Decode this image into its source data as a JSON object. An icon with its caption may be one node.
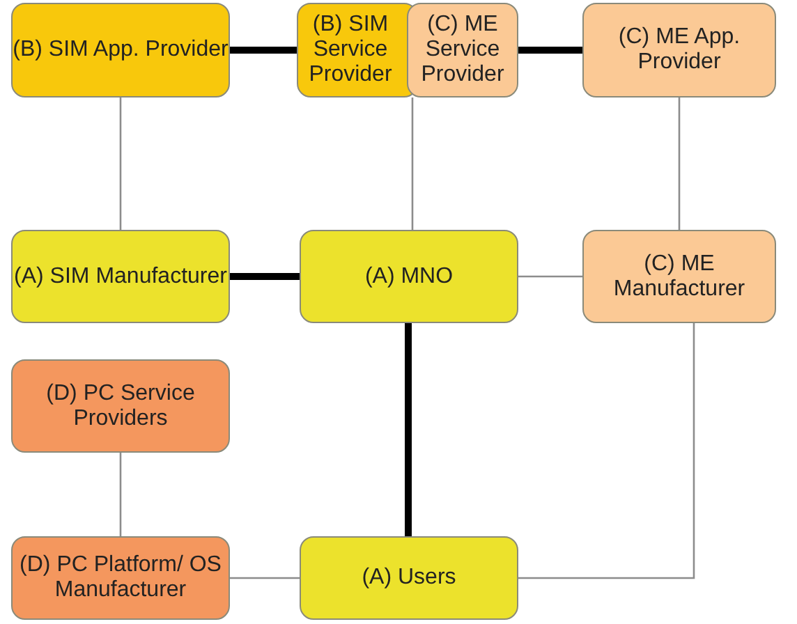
{
  "diagram": {
    "nodes": [
      {
        "text": [
          "(B) SIM App. Provider"
        ]
      },
      {
        "text": [
          "(B) SIM Service Provider"
        ]
      },
      {
        "text": [
          "(C) ME Service Provider"
        ]
      },
      {
        "text": [
          "(C) ME App. Provider"
        ]
      },
      {
        "text": [
          "(A) SIM Manufacturer"
        ]
      },
      {
        "text": [
          "(A) MNO"
        ]
      },
      {
        "text": [
          "(C) ME Manufacturer"
        ]
      },
      {
        "text": [
          "(D) PC Service Providers"
        ]
      },
      {
        "text": [
          "(D) PC Platform/ OS Manufacturer"
        ]
      },
      {
        "text": [
          "(A) Users"
        ]
      }
    ],
    "edges": [
      {
        "from": 0,
        "to": 1,
        "arrow": "none",
        "style": "thick",
        "color": "#000000"
      },
      {
        "from": 2,
        "to": 3,
        "arrow": "none",
        "style": "thick",
        "color": "#000000"
      },
      {
        "from": 0,
        "to": 4,
        "arrow": "none"
      },
      {
        "from": 1,
        "to": 5,
        "arrow": "none"
      },
      {
        "from": 3,
        "to": 6,
        "arrow": "none"
      },
      {
        "from": 4,
        "to": 5,
        "arrow": "none",
        "style": "thick",
        "color": "#000000"
      },
      {
        "from": 5,
        "to": 6,
        "arrow": "none"
      },
      {
        "from": 5,
        "to": 9,
        "arrow": "none",
        "style": "thick",
        "color": "#000000"
      },
      {
        "from": 7,
        "to": 8,
        "arrow": "none"
      },
      {
        "from": 8,
        "to": 9,
        "arrow": "none"
      },
      {
        "from": 6,
        "to": 9,
        "arrow": "none"
      }
    ]
  }
}
